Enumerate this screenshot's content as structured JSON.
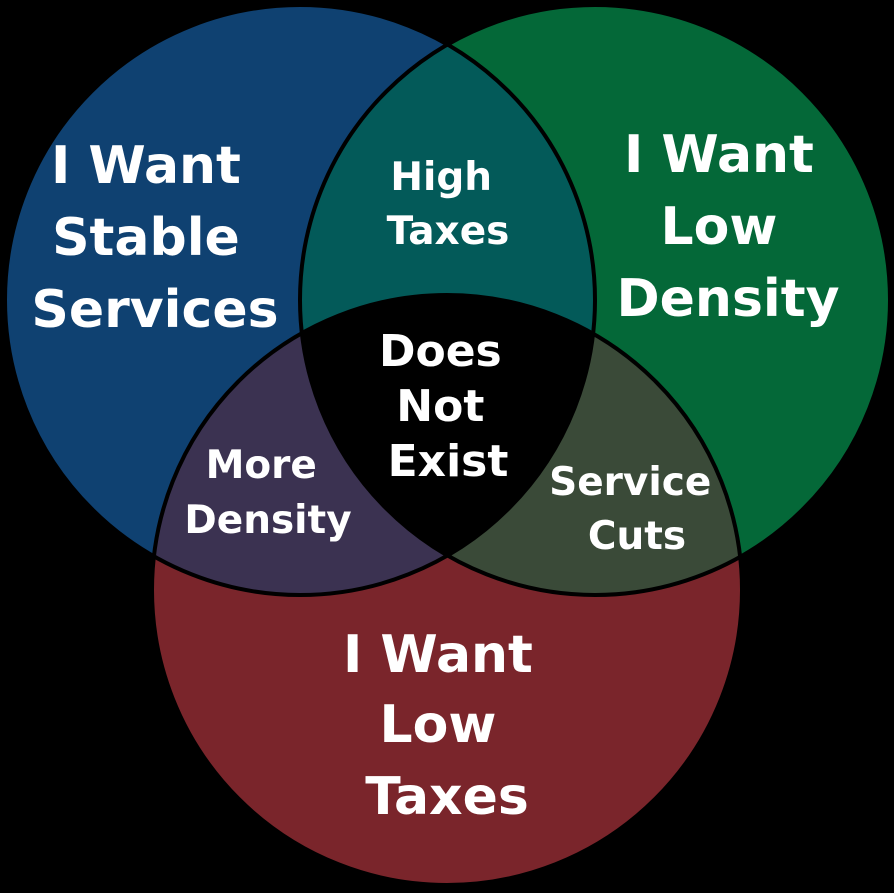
{
  "colors": {
    "background": "#000000",
    "outline": "#000000",
    "text": "#ffffff",
    "services": "#0f4171",
    "density": "#046838",
    "taxes": "#7a252b",
    "services_density": "#035a59",
    "services_taxes": "#3b3251",
    "density_taxes": "#3a4a38",
    "center": "#000000"
  },
  "circles": {
    "services": [
      "I Want",
      "Stable",
      "Services"
    ],
    "density": [
      "I Want",
      "Low",
      "Density"
    ],
    "taxes": [
      "I Want",
      "Low",
      "Taxes"
    ]
  },
  "overlaps": {
    "services_density": [
      "High",
      "Taxes"
    ],
    "services_taxes": [
      "More",
      "Density"
    ],
    "density_taxes": [
      "Service",
      "Cuts"
    ],
    "center": [
      "Does",
      "Not",
      "Exist"
    ]
  }
}
